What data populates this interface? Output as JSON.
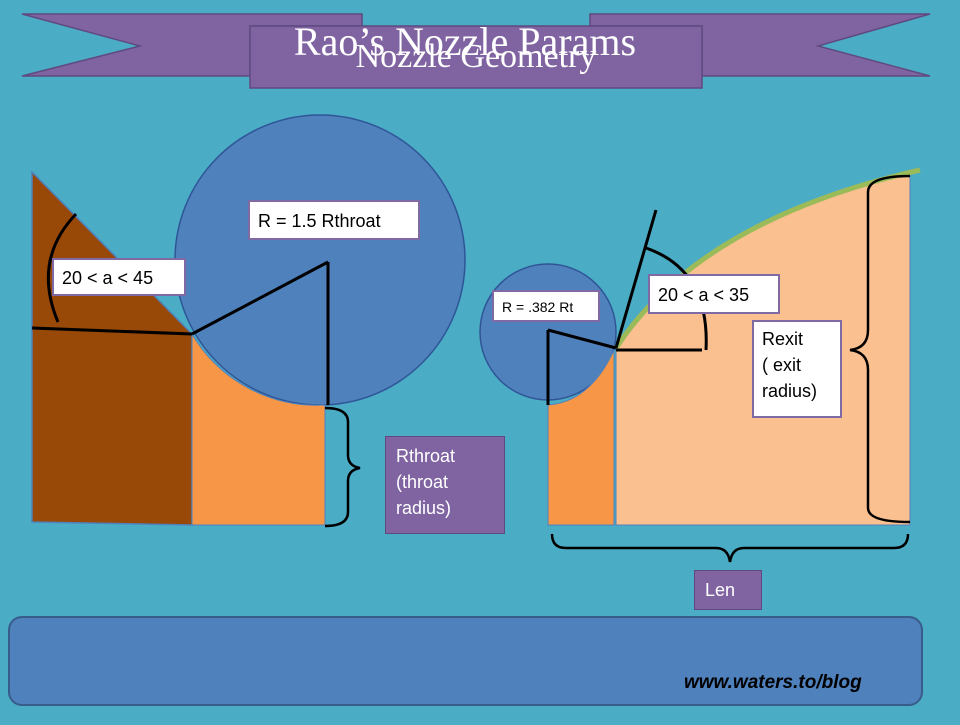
{
  "header": {
    "title": "Nozzle Geometry"
  },
  "labels": {
    "entry_radius": "R = 1.5 Rthroat",
    "entry_angle": "20 < a < 45",
    "throat_radius_l1": "Rthroat",
    "throat_radius_l2": "(throat",
    "throat_radius_l3": "radius)",
    "exit_curve_radius": "R = .382 Rt",
    "exit_angle": "20 < a < 35",
    "exit_radius_l1": "Rexit",
    "exit_radius_l2": "( exit",
    "exit_radius_l3": "radius)",
    "length": "Len"
  },
  "footer": {
    "title": "Rao’s Nozzle Params",
    "url": "www.waters.to/blog"
  },
  "colors": {
    "background": "#4BACC6",
    "circle": "#4F81BD",
    "dark_brown": "#984807",
    "orange": "#F79646",
    "peach": "#FAC090",
    "purple": "#8064A2",
    "green_contour": "#9BBB59"
  }
}
